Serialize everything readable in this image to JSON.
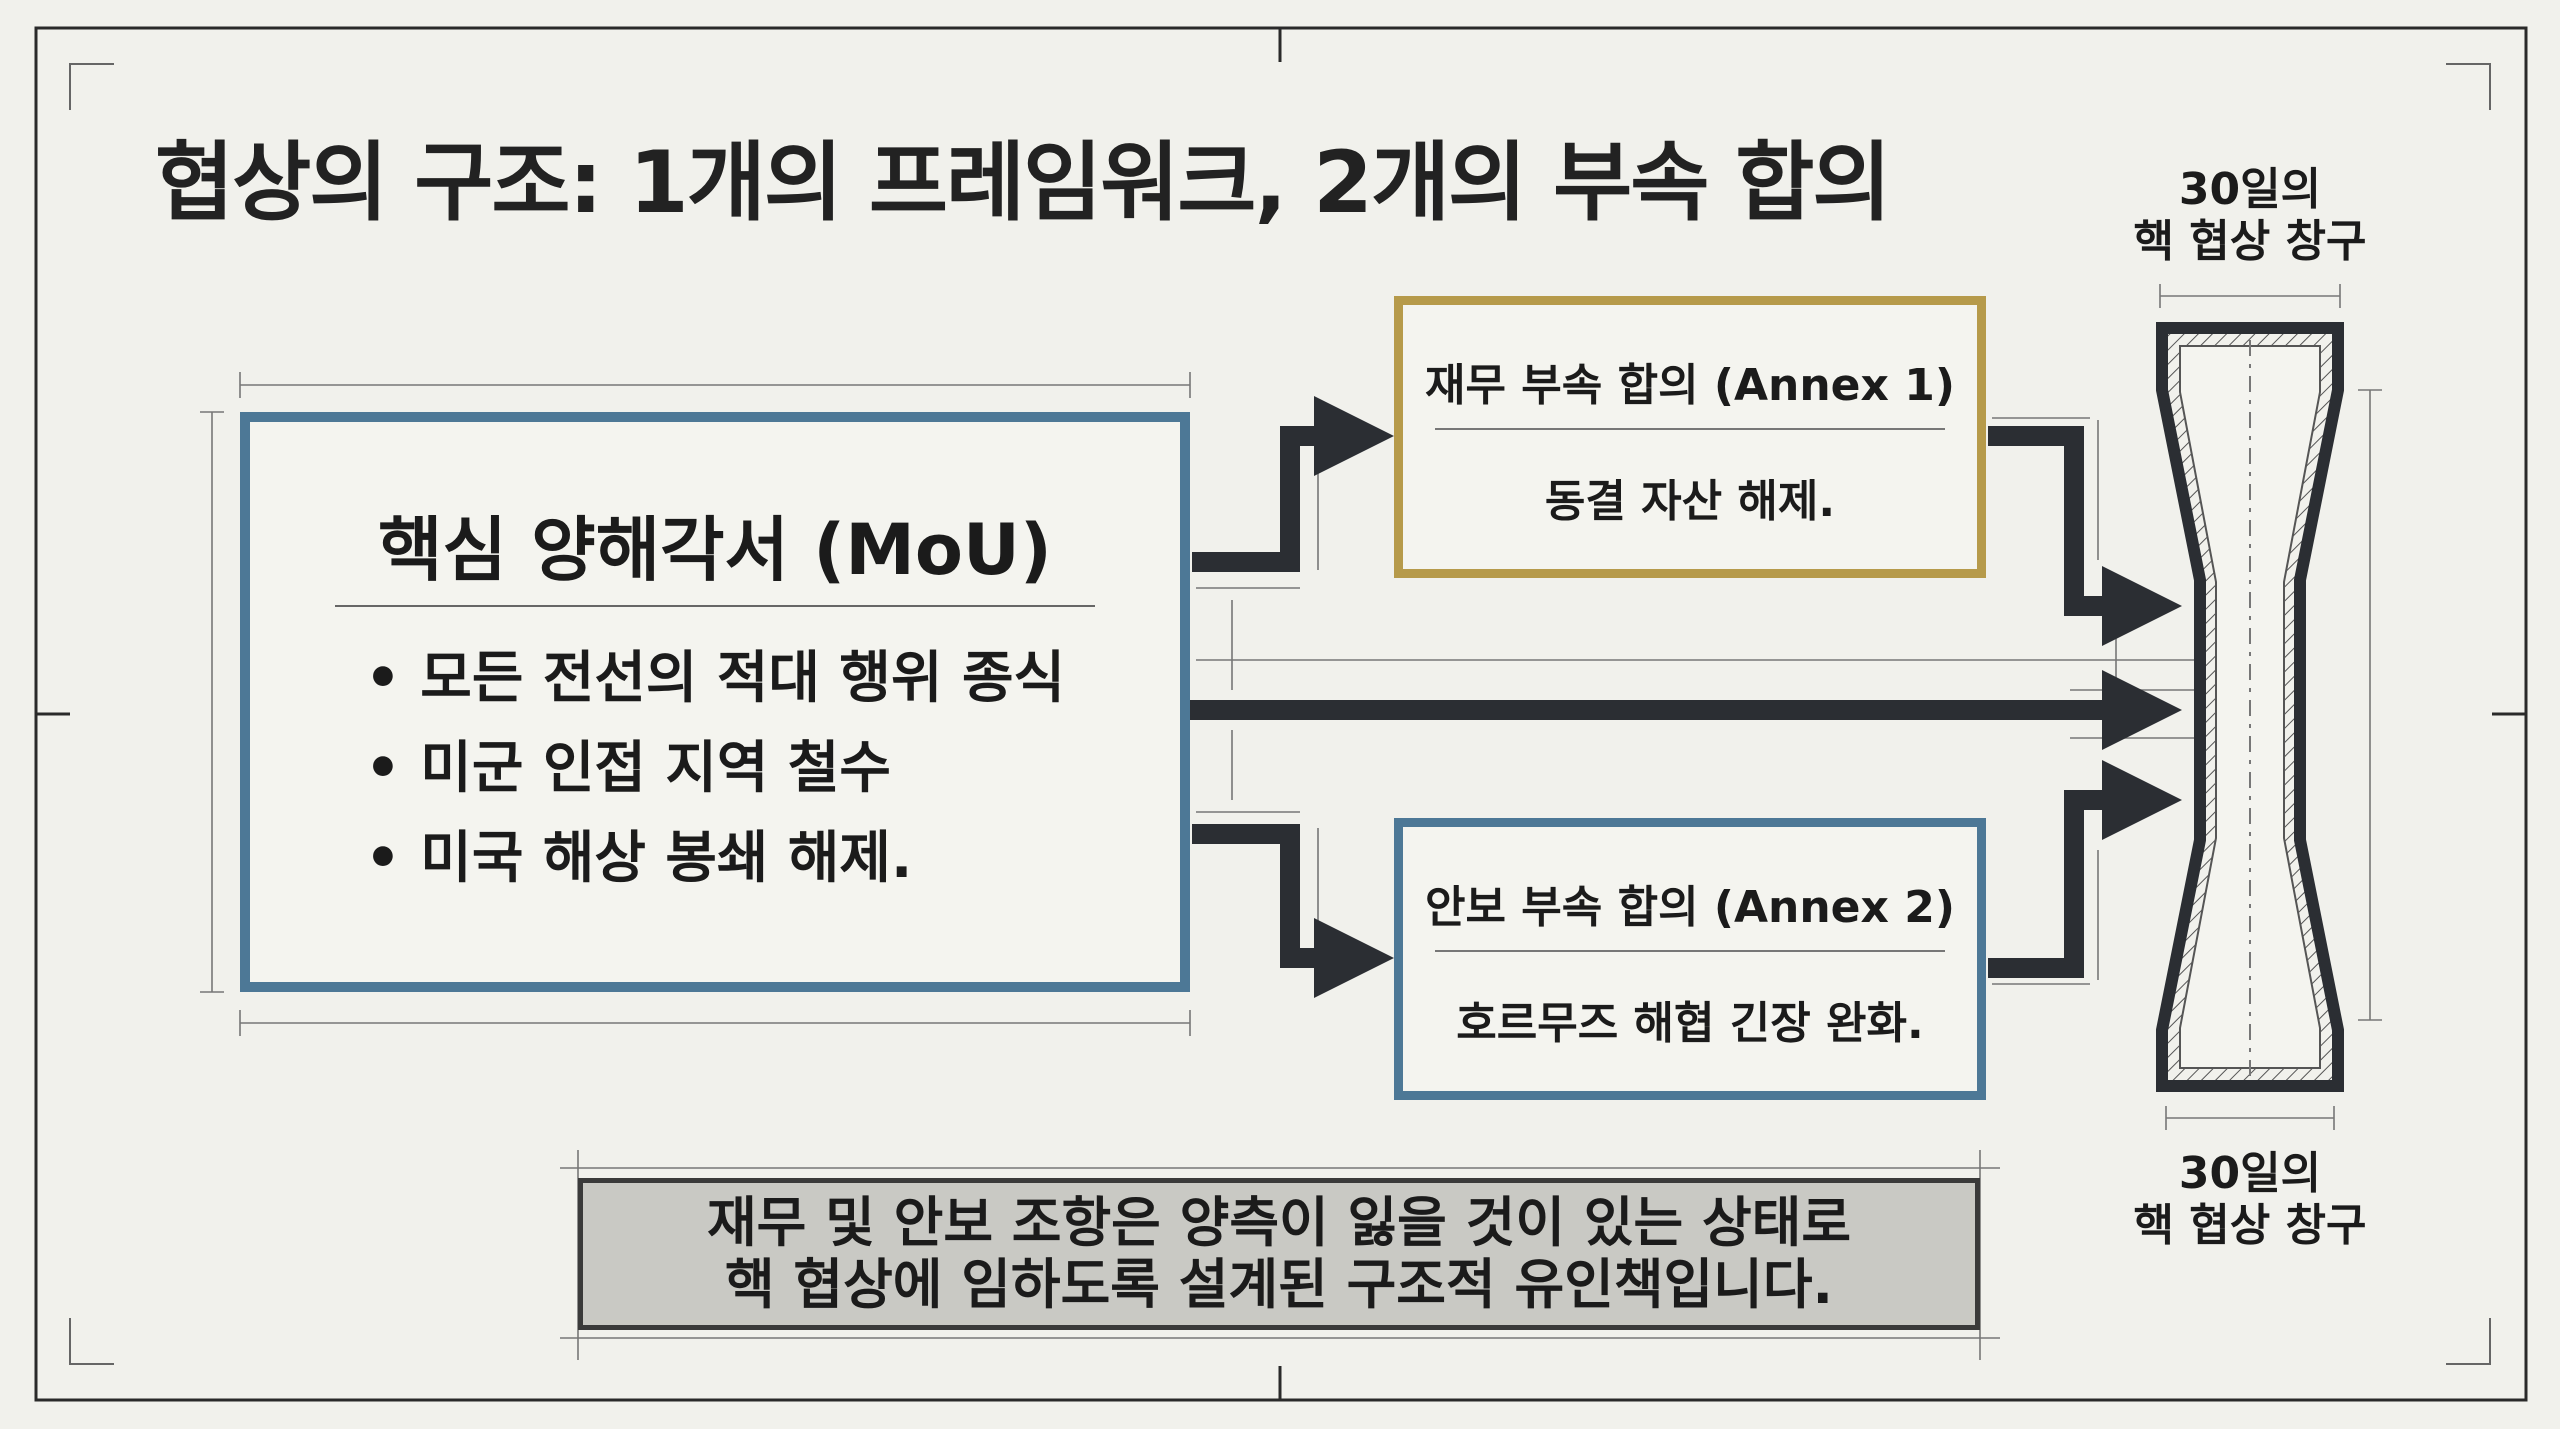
{
  "title": "협상의 구조: 1개의 프레임워크, 2개의 부속 합의",
  "mou": {
    "title": "핵심 양해각서 (MoU)",
    "bullets": [
      "모든 전선의 적대 행위 종식",
      "미군 인접 지역 철수",
      "미국 해상 봉쇄 해제."
    ]
  },
  "annex1": {
    "title": "재무 부속 합의 (Annex 1)",
    "desc": "동결 자산 해제."
  },
  "annex2": {
    "title": "안보 부속 합의 (Annex 2)",
    "desc": "호르무즈 해협 긴장 완화."
  },
  "window": {
    "top_label": [
      "30일의",
      "핵 협상 창구"
    ],
    "bottom_label": [
      "30일의",
      "핵 협상 창구"
    ]
  },
  "note": [
    "재무 및 안보 조항은 양측이 잃을 것이 있는 상태로",
    "핵 협상에 임하도록 설계된 구조적 유인책입니다."
  ],
  "colors": {
    "background": "#f1f1ec",
    "mou_border": "#4d7896",
    "annex1_border": "#b69a4a",
    "annex2_border": "#4d7896",
    "arrow": "#2b2e33",
    "note_fill": "#c9c9c4"
  }
}
